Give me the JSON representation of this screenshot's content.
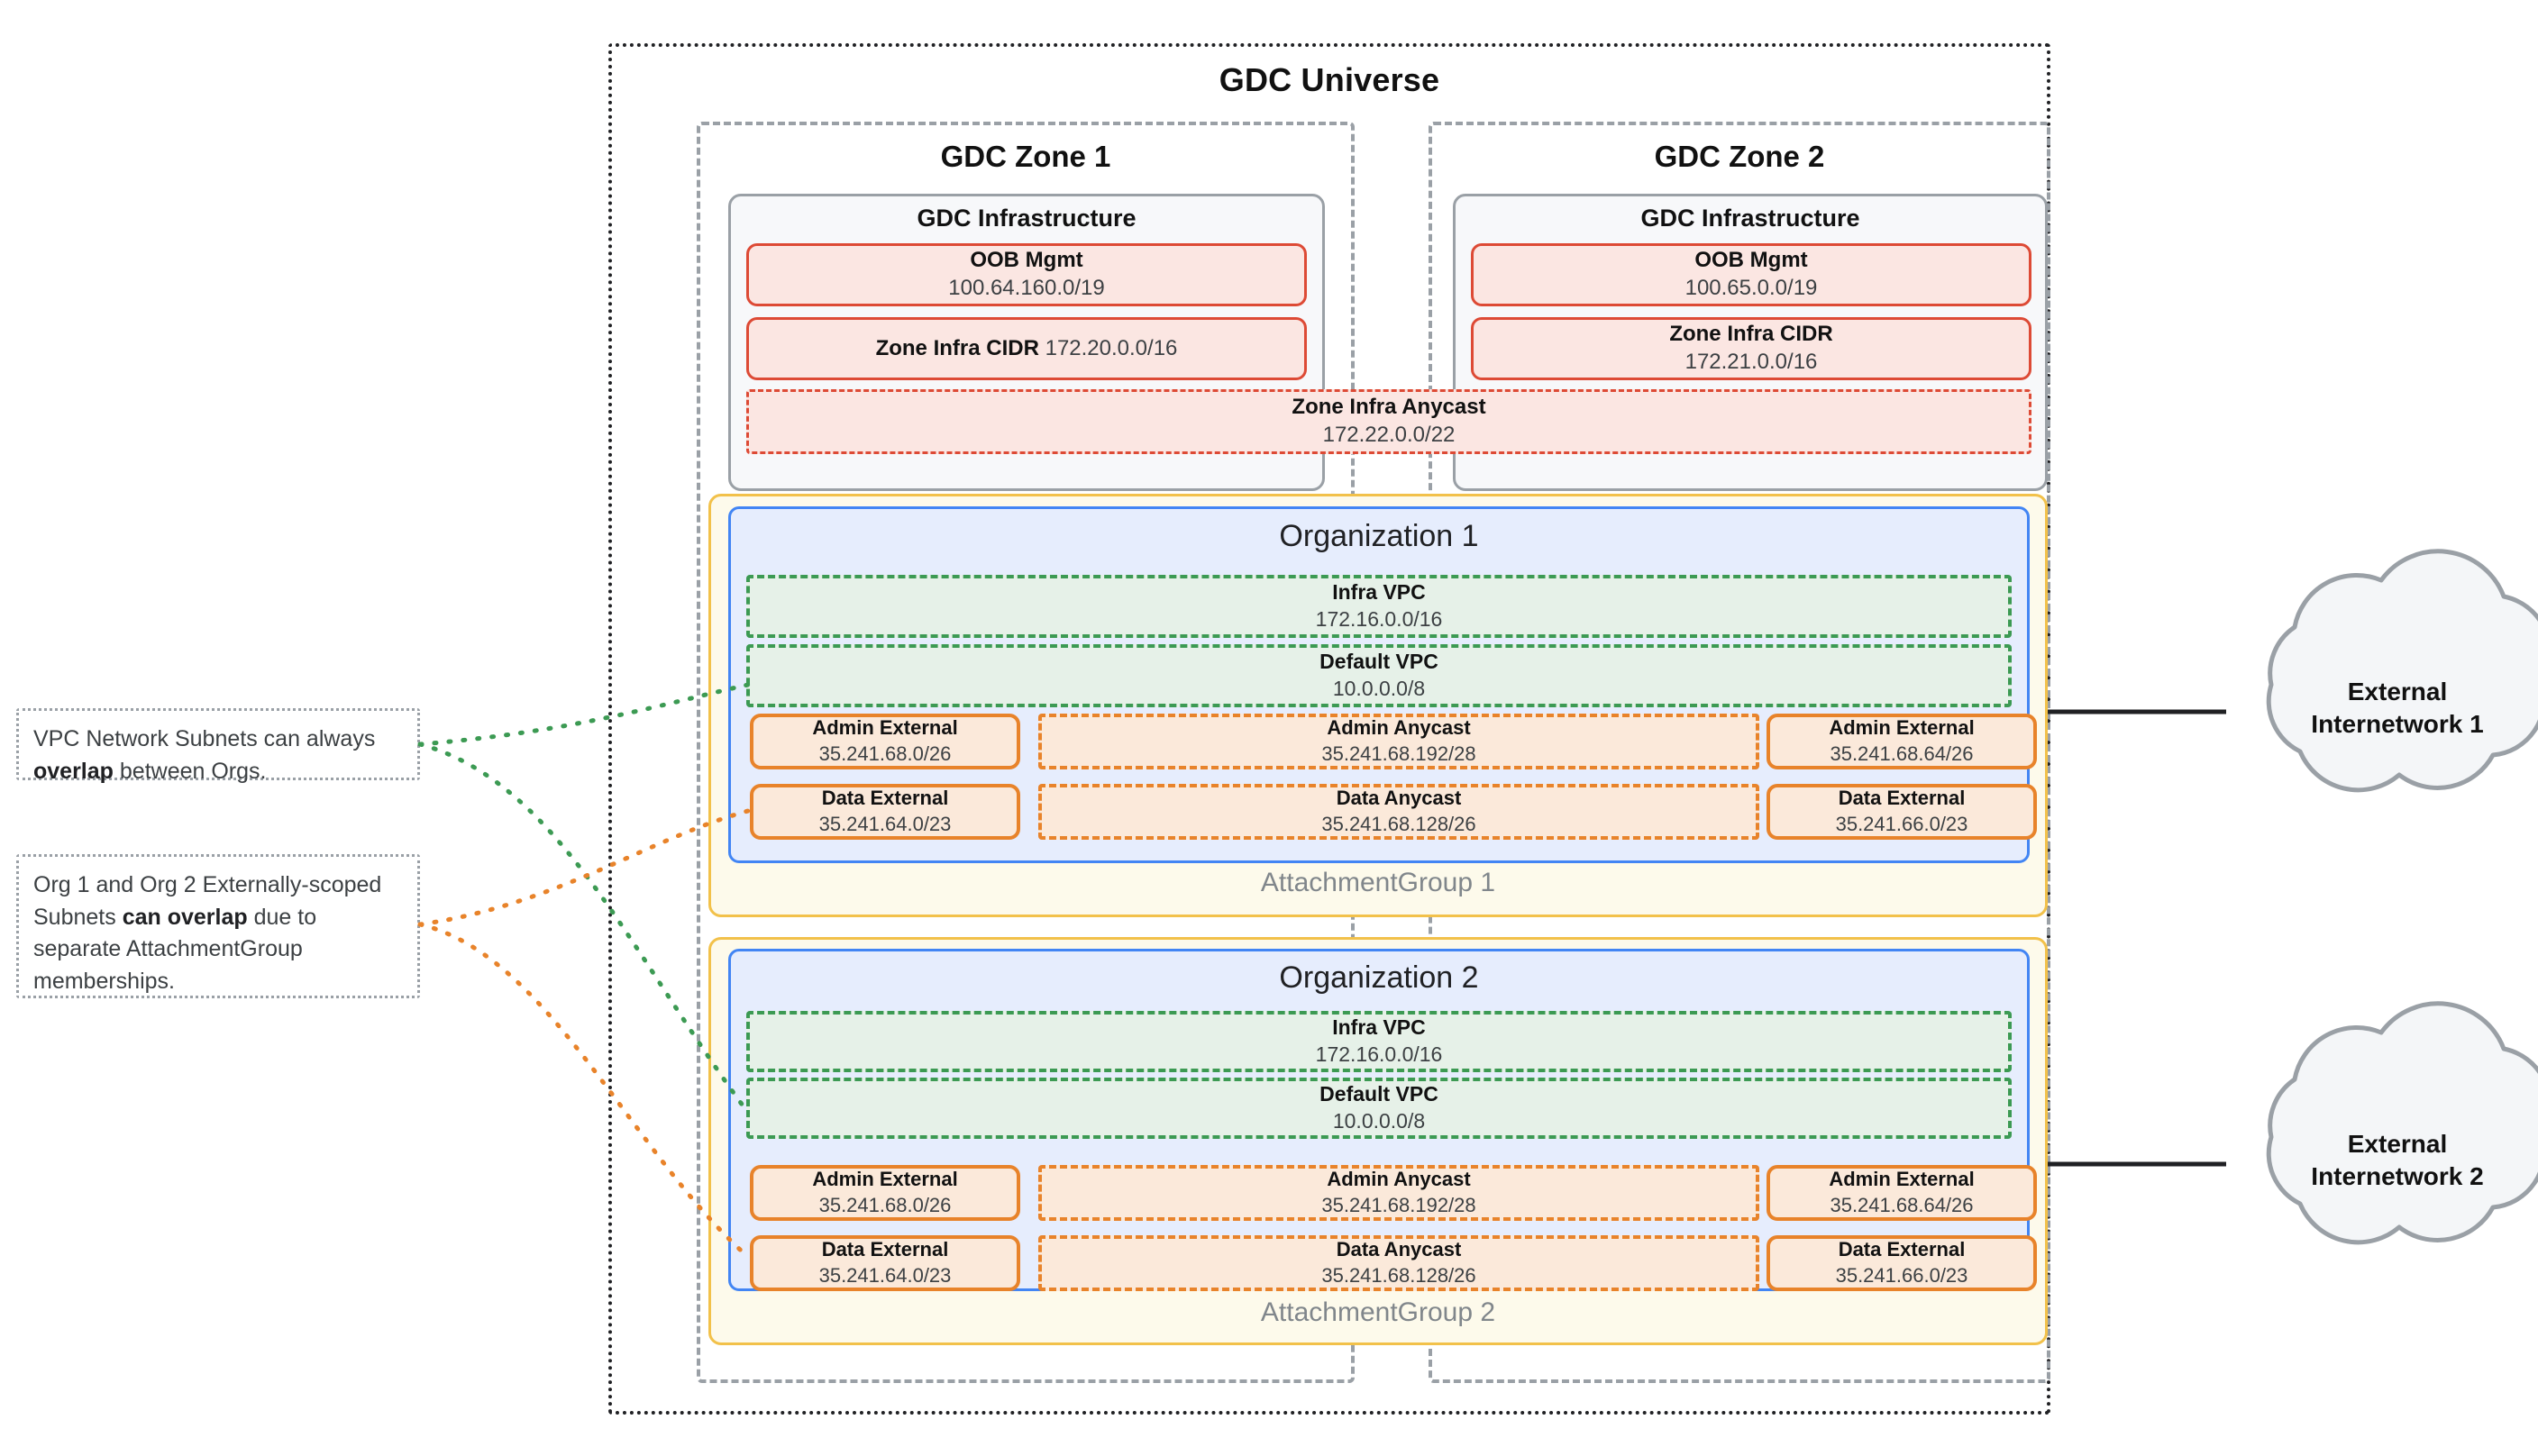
{
  "universe": {
    "title": "GDC Universe"
  },
  "zones": [
    {
      "title": "GDC Zone 1",
      "infra_title": "GDC Infrastructure",
      "oob": {
        "label": "OOB Mgmt",
        "cidr": "100.64.160.0/19"
      },
      "zone_infra": {
        "label": "Zone Infra CIDR",
        "cidr": "172.20.0.0/16",
        "inline": true
      }
    },
    {
      "title": "GDC Zone 2",
      "infra_title": "GDC Infrastructure",
      "oob": {
        "label": "OOB Mgmt",
        "cidr": "100.65.0.0/19"
      },
      "zone_infra": {
        "label": "Zone Infra CIDR",
        "cidr": "172.21.0.0/16",
        "inline": false
      }
    }
  ],
  "zone_infra_anycast": {
    "label": "Zone Infra Anycast",
    "cidr": "172.22.0.0/22"
  },
  "attachment_groups": [
    {
      "label": "AttachmentGroup 1"
    },
    {
      "label": "AttachmentGroup 2"
    }
  ],
  "organizations": [
    {
      "title": "Organization 1",
      "vpcs": [
        {
          "label": "Infra VPC",
          "cidr": "172.16.0.0/16"
        },
        {
          "label": "Default VPC",
          "cidr": "10.0.0.0/8"
        }
      ],
      "subnets": {
        "admin_left": {
          "label": "Admin External",
          "cidr": "35.241.68.0/26"
        },
        "admin_center": {
          "label": "Admin Anycast",
          "cidr": "35.241.68.192/28"
        },
        "admin_right": {
          "label": "Admin External",
          "cidr": "35.241.68.64/26"
        },
        "data_left": {
          "label": "Data External",
          "cidr": "35.241.64.0/23"
        },
        "data_center": {
          "label": "Data Anycast",
          "cidr": "35.241.68.128/26"
        },
        "data_right": {
          "label": "Data External",
          "cidr": "35.241.66.0/23"
        }
      }
    },
    {
      "title": "Organization 2",
      "vpcs": [
        {
          "label": "Infra VPC",
          "cidr": "172.16.0.0/16"
        },
        {
          "label": "Default VPC",
          "cidr": "10.0.0.0/8"
        }
      ],
      "subnets": {
        "admin_left": {
          "label": "Admin External",
          "cidr": "35.241.68.0/26"
        },
        "admin_center": {
          "label": "Admin Anycast",
          "cidr": "35.241.68.192/28"
        },
        "admin_right": {
          "label": "Admin External",
          "cidr": "35.241.68.64/26"
        },
        "data_left": {
          "label": "Data External",
          "cidr": "35.241.64.0/23"
        },
        "data_center": {
          "label": "Data Anycast",
          "cidr": "35.241.68.128/26"
        },
        "data_right": {
          "label": "Data External",
          "cidr": "35.241.66.0/23"
        }
      }
    }
  ],
  "callouts": [
    {
      "pre": "VPC Network Subnets can always ",
      "bold": "overlap",
      "post": " between Orgs."
    },
    {
      "pre": "Org 1 and Org 2 Externally-scoped Subnets ",
      "bold": "can overlap",
      "post": " due to separate AttachmentGroup memberships."
    }
  ],
  "clouds": [
    {
      "line1": "External",
      "line2": "Internetwork 1"
    },
    {
      "line1": "External",
      "line2": "Internetwork 2"
    }
  ],
  "colors": {
    "universe_border": "#202124",
    "zone_border": "#9aa0a6",
    "infra_border": "#9aa0a6",
    "infra_fill": "#f7f8fa",
    "cidr_border": "#dd4a35",
    "cidr_fill": "#fbe6e2",
    "attachment_border": "#f2c14a",
    "attachment_fill": "#fdfaeb",
    "org_border": "#4285f4",
    "org_fill": "#e6edfd",
    "vpc_border": "#3c9a53",
    "vpc_fill": "#e6f1e8",
    "subnet_border": "#e8832a",
    "subnet_fill": "#fbe9da",
    "callout_border": "#9aa0a6",
    "cloud_border": "#9aa0a6",
    "cloud_fill": "#f4f6f8",
    "connector_green": "#3c9a53",
    "connector_orange": "#e8832a"
  }
}
